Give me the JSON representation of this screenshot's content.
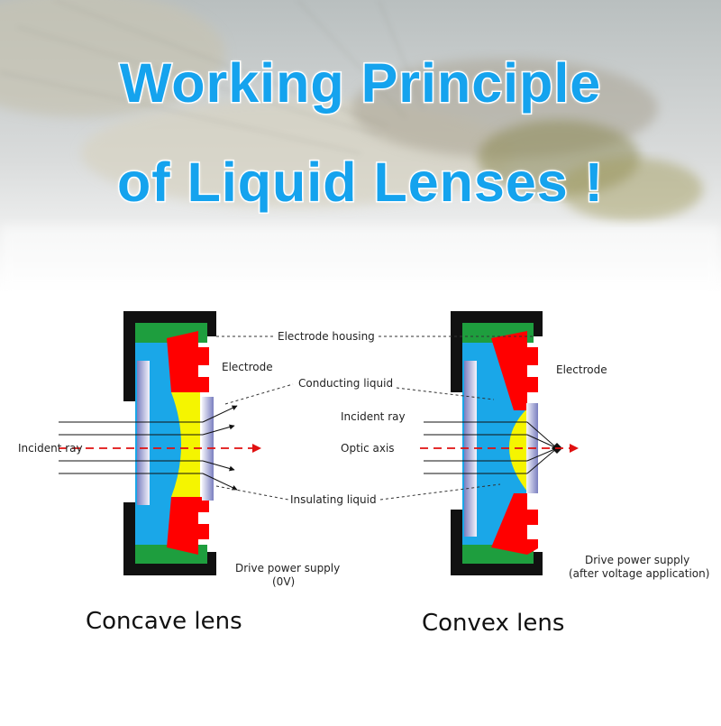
{
  "title": {
    "line1": "Working Principle",
    "line2": "of Liquid Lenses !"
  },
  "labels": {
    "electrode_housing": "Electrode housing",
    "electrode_left": "Electrode",
    "electrode_right": "Electrode",
    "conducting_liquid": "Conducting liquid",
    "incident_ray_left": "Incident ray",
    "incident_ray_right": "Incident ray",
    "optic_axis": "Optic axis",
    "insulating_liquid": "Insulating liquid",
    "drive_left_1": "Drive power supply",
    "drive_left_2": "(0V)",
    "drive_right_1": "Drive power supply",
    "drive_right_2": "(after voltage application)"
  },
  "captions": {
    "concave": "Concave lens",
    "convex": "Convex lens"
  },
  "colors": {
    "title": "#15a3ee",
    "housing": "#111111",
    "electrode": "#ff0000",
    "conducting_liquid": "#1aa7e8",
    "insulating_liquid": "#f5f500",
    "seal": "#1e9e3e",
    "optic_axis": "#e01010"
  }
}
